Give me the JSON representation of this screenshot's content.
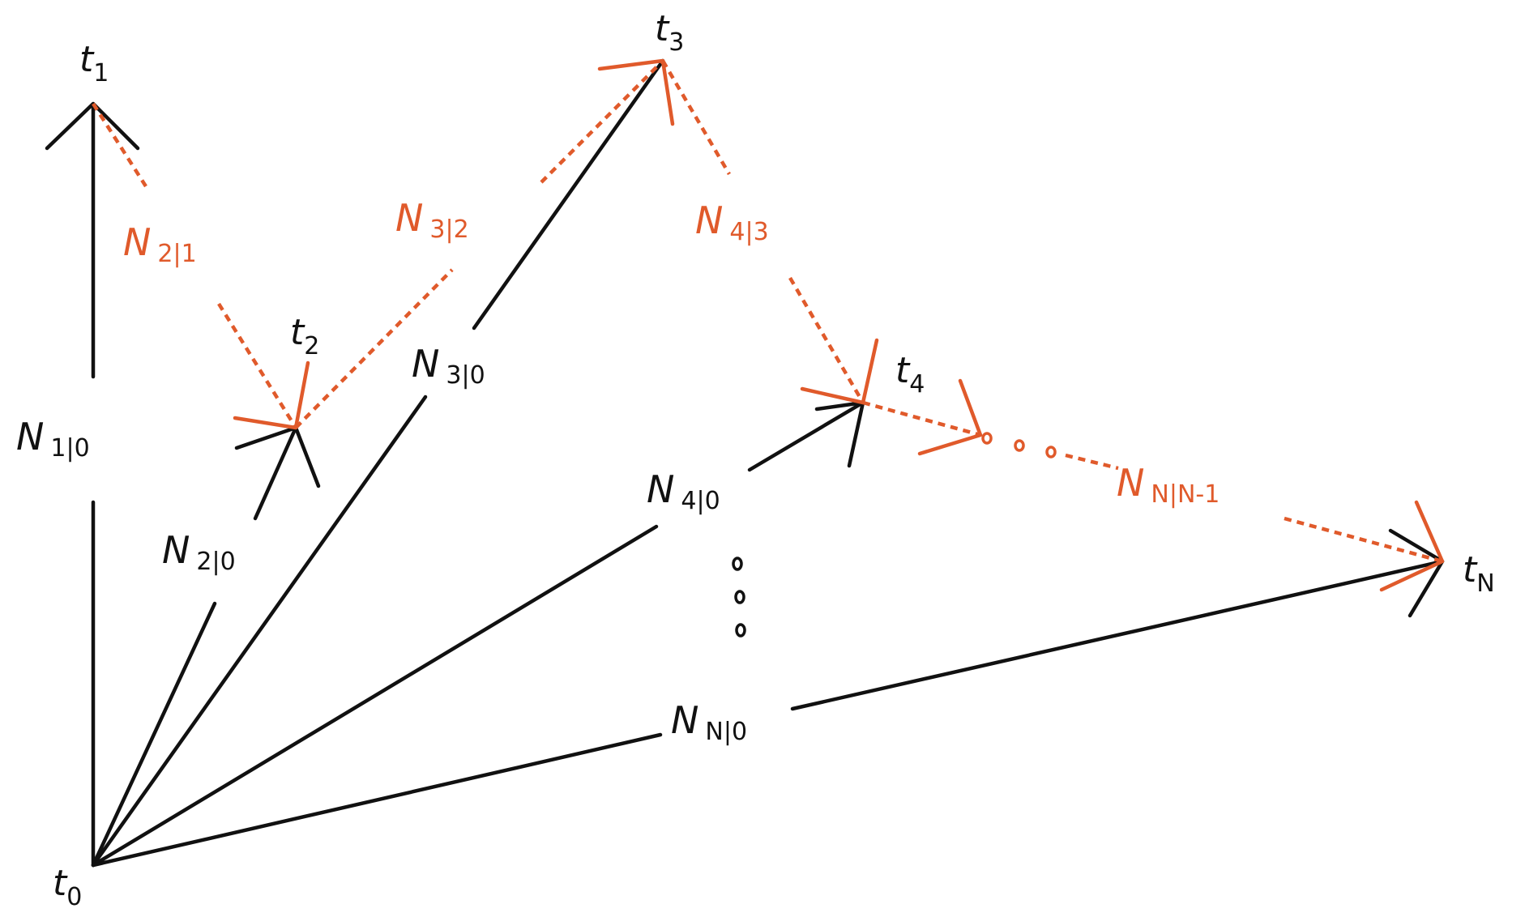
{
  "colors": {
    "solid": "#111111",
    "dashed": "#e05a2b"
  },
  "nodes": [
    {
      "id": "t0",
      "label": "t",
      "sub": "0"
    },
    {
      "id": "t1",
      "label": "t",
      "sub": "1"
    },
    {
      "id": "t2",
      "label": "t",
      "sub": "2"
    },
    {
      "id": "t3",
      "label": "t",
      "sub": "3"
    },
    {
      "id": "t4",
      "label": "t",
      "sub": "4"
    },
    {
      "id": "tN",
      "label": "t",
      "sub": "N"
    }
  ],
  "solid_edges": [
    {
      "id": "e10",
      "from": "t0",
      "to": "t1",
      "label": "N",
      "sub": "1|0"
    },
    {
      "id": "e20",
      "from": "t0",
      "to": "t2",
      "label": "N",
      "sub": "2|0"
    },
    {
      "id": "e30",
      "from": "t0",
      "to": "t3",
      "label": "N",
      "sub": "3|0"
    },
    {
      "id": "e40",
      "from": "t0",
      "to": "t4",
      "label": "N",
      "sub": "4|0"
    },
    {
      "id": "eN0",
      "from": "t0",
      "to": "tN",
      "label": "N",
      "sub": "N|0"
    }
  ],
  "dashed_edges": [
    {
      "id": "e21",
      "from": "t1",
      "to": "t2",
      "label": "N",
      "sub": "2|1"
    },
    {
      "id": "e32",
      "from": "t2",
      "to": "t3",
      "label": "N",
      "sub": "3|2"
    },
    {
      "id": "e43",
      "from": "t3",
      "to": "t4",
      "label": "N",
      "sub": "4|3"
    },
    {
      "id": "eNN1",
      "from": "t4",
      "to": "tN",
      "label": "N",
      "sub": "N|N-1"
    }
  ]
}
